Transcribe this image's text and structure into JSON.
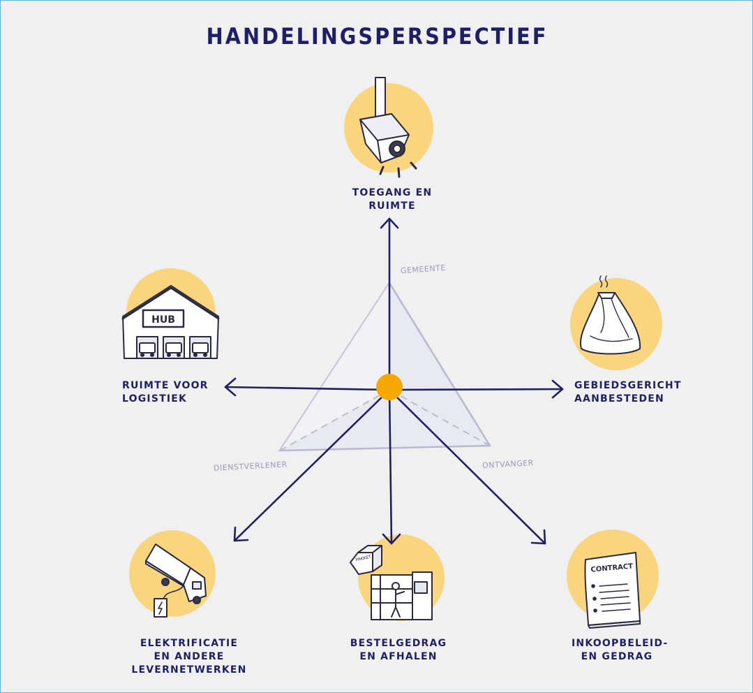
{
  "title": "HANDELINGSPERSPECTIEF",
  "colors": {
    "navy": "#1f1f63",
    "circle_fill": "#f9d57f",
    "center_dot": "#f5a800",
    "triangle_stroke": "#b8b8d0",
    "background": "#f0f0f0"
  },
  "triangle": {
    "top": "GEMEENTE",
    "left": "DIENSTVERLENER",
    "right": "ONTVANGER"
  },
  "nodes": [
    {
      "id": "toegang",
      "icon": "security-camera-icon",
      "label": "TOEGANG EN RUIMTE"
    },
    {
      "id": "ruimte",
      "icon": "hub-warehouse-icon",
      "label": "RUIMTE VOOR\nLOGISTIEK",
      "sign": "HUB"
    },
    {
      "id": "gebied",
      "icon": "garbage-bag-icon",
      "label": "GEBIEDSGERICHT\nAANBESTEDEN"
    },
    {
      "id": "elektrificatie",
      "icon": "electric-truck-icon",
      "label": "ELEKTRIFICATIE\nEN ANDERE\nLEVERNETWERKEN"
    },
    {
      "id": "bestel",
      "icon": "parcel-locker-icon",
      "label": "BESTELGEDRAG\nEN AFHALEN",
      "box_text": "PAKKET"
    },
    {
      "id": "inkoop",
      "icon": "contract-document-icon",
      "label": "INKOOPBELEID-\nEN GEDRAG",
      "doc_title": "CONTRACT"
    }
  ]
}
